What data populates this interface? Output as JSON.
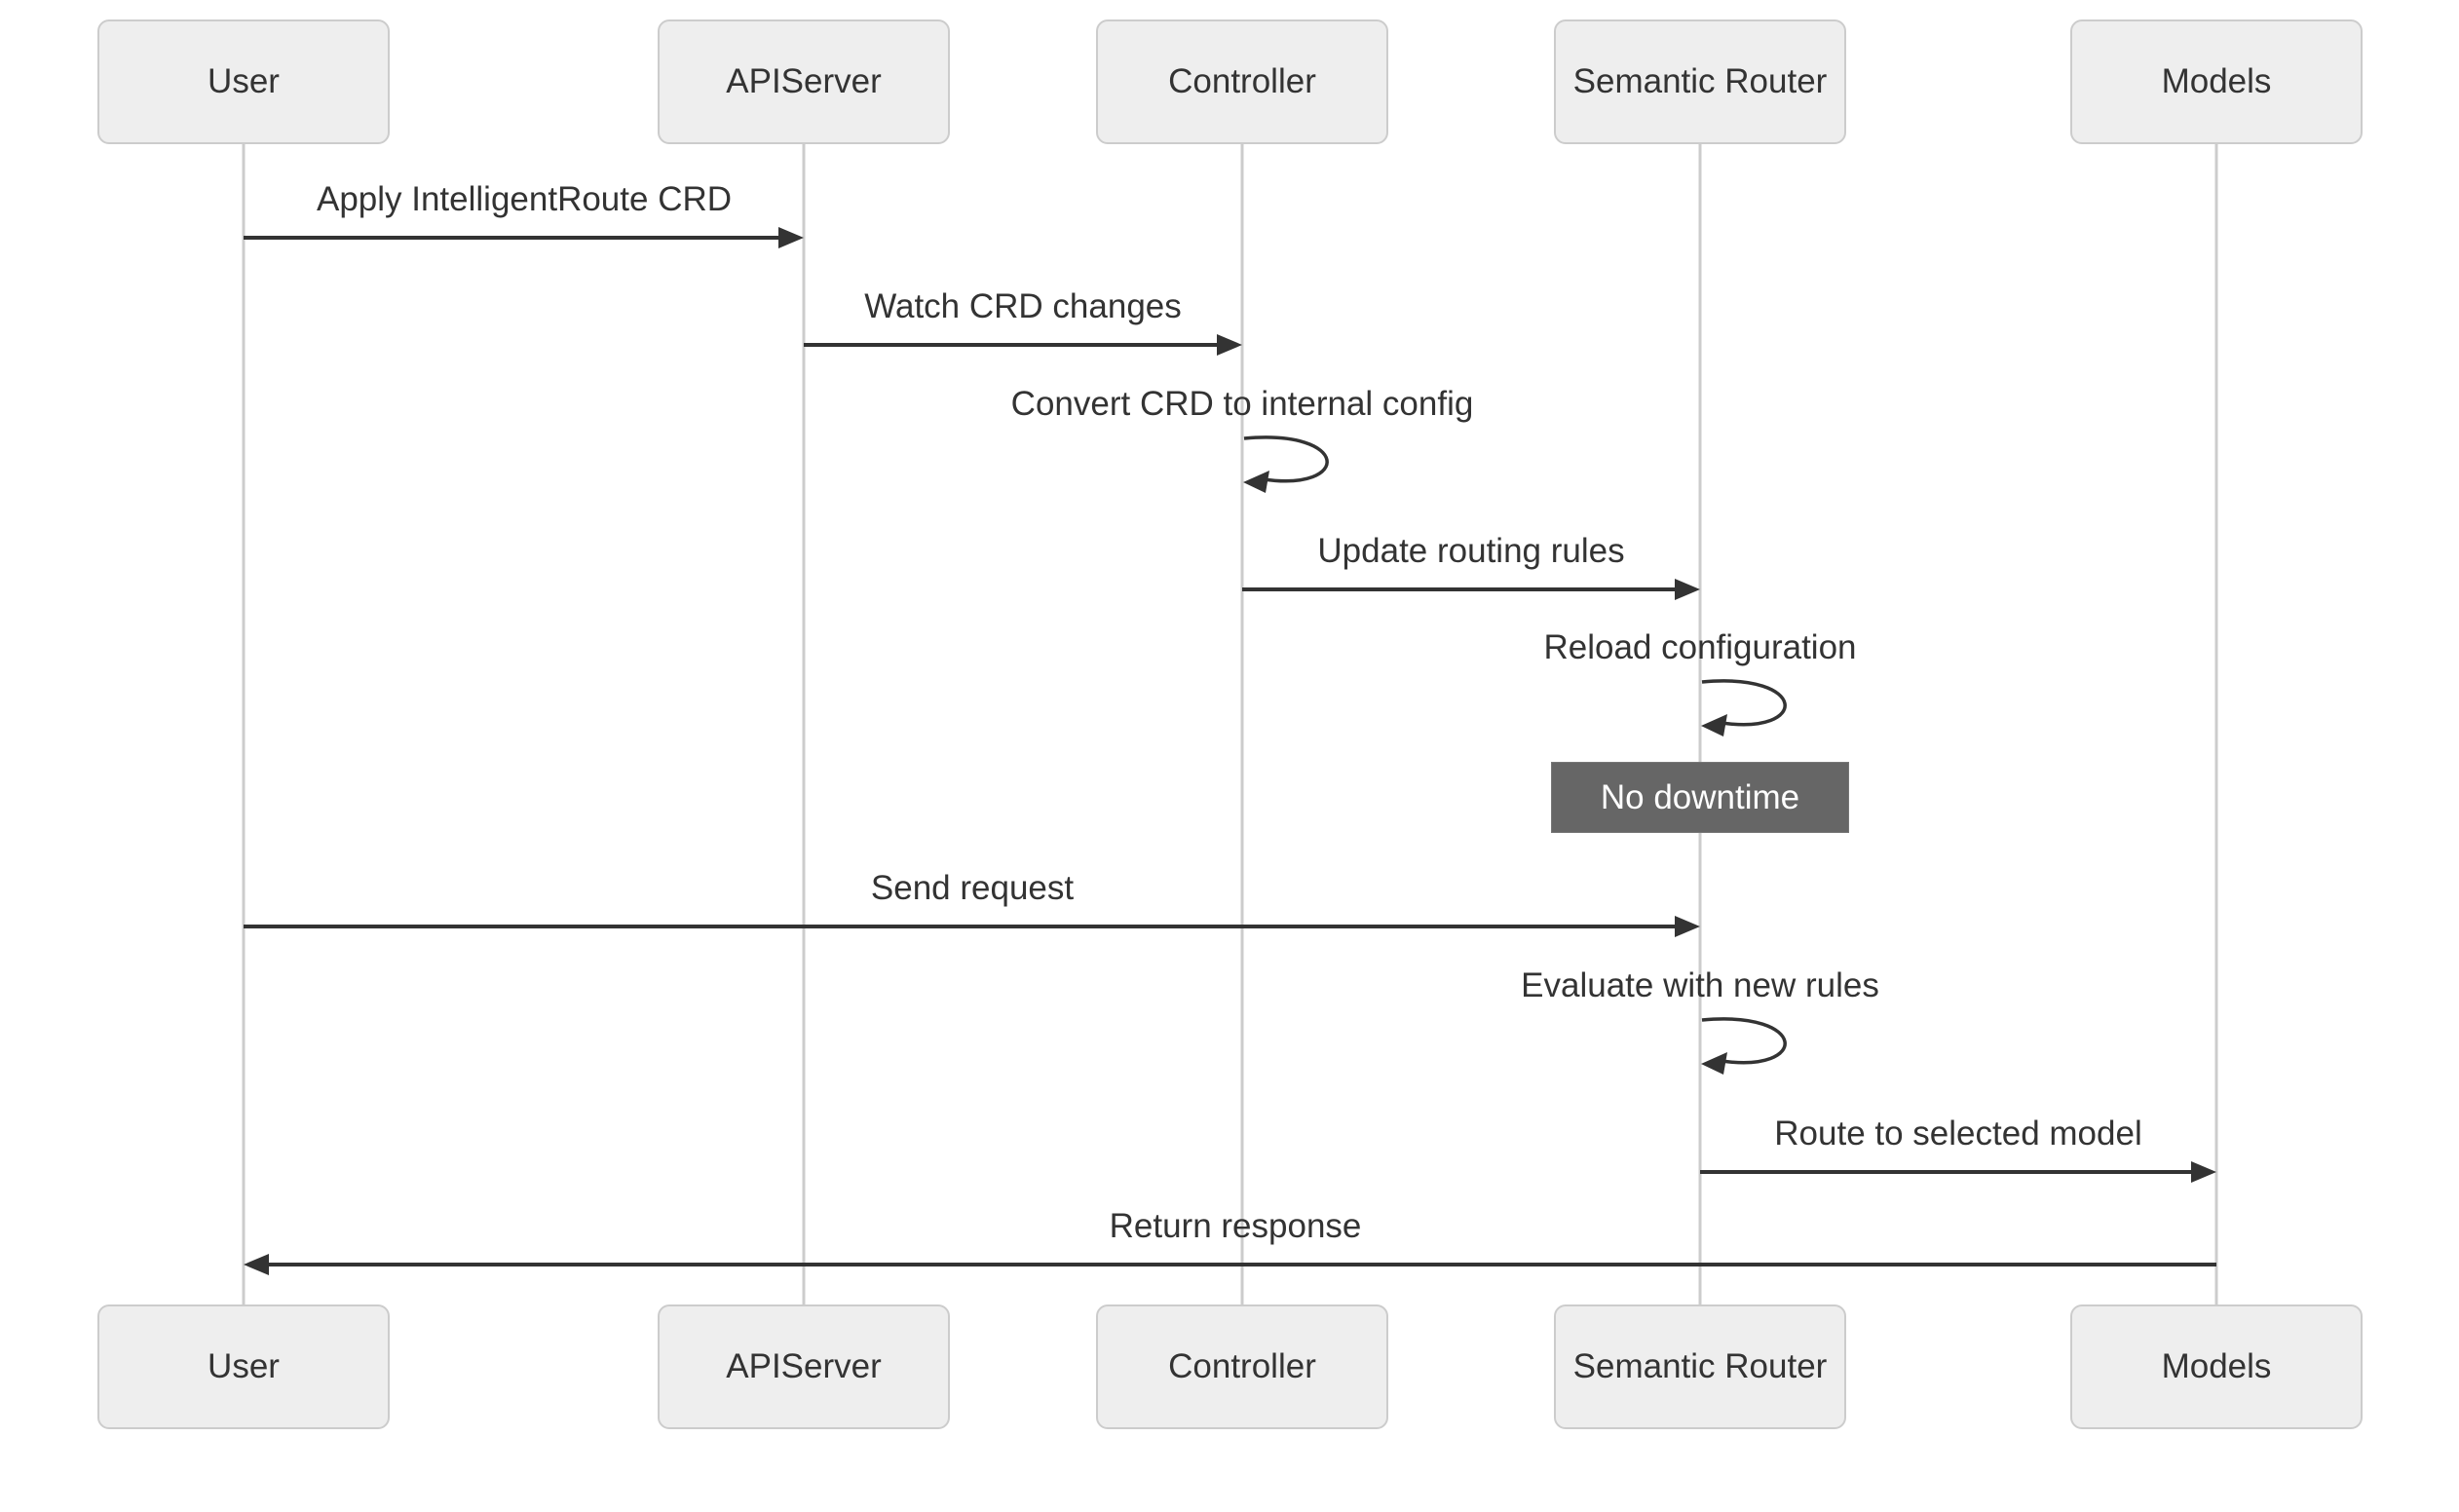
{
  "diagram": {
    "type": "sequence-diagram",
    "actors": [
      {
        "name": "User"
      },
      {
        "name": "APIServer"
      },
      {
        "name": "Controller"
      },
      {
        "name": "Semantic Router"
      },
      {
        "name": "Models"
      }
    ],
    "messages": [
      {
        "from": "User",
        "to": "APIServer",
        "label": "Apply IntelligentRoute CRD",
        "kind": "solid-arrow"
      },
      {
        "from": "APIServer",
        "to": "Controller",
        "label": "Watch CRD changes",
        "kind": "solid-arrow"
      },
      {
        "from": "Controller",
        "to": "Controller",
        "label": "Convert CRD to internal config",
        "kind": "self-loop"
      },
      {
        "from": "Controller",
        "to": "Semantic Router",
        "label": "Update routing rules",
        "kind": "solid-arrow"
      },
      {
        "from": "Semantic Router",
        "to": "Semantic Router",
        "label": "Reload configuration",
        "kind": "self-loop"
      },
      {
        "from": "User",
        "to": "Semantic Router",
        "label": "Send request",
        "kind": "solid-arrow"
      },
      {
        "from": "Semantic Router",
        "to": "Semantic Router",
        "label": "Evaluate with new rules",
        "kind": "self-loop"
      },
      {
        "from": "Semantic Router",
        "to": "Models",
        "label": "Route to selected model",
        "kind": "solid-arrow"
      },
      {
        "from": "Models",
        "to": "User",
        "label": "Return response",
        "kind": "solid-arrow"
      }
    ],
    "note": {
      "text": "No downtime",
      "over": "Semantic Router"
    },
    "colors": {
      "background": "#ffffff",
      "actor_fill": "#eeeeee",
      "actor_border": "#cccccc",
      "actor_text": "#333333",
      "lifeline": "#cccccc",
      "message_line": "#333333",
      "message_text": "#333333",
      "note_fill": "#666666",
      "note_text": "#ffffff"
    }
  }
}
